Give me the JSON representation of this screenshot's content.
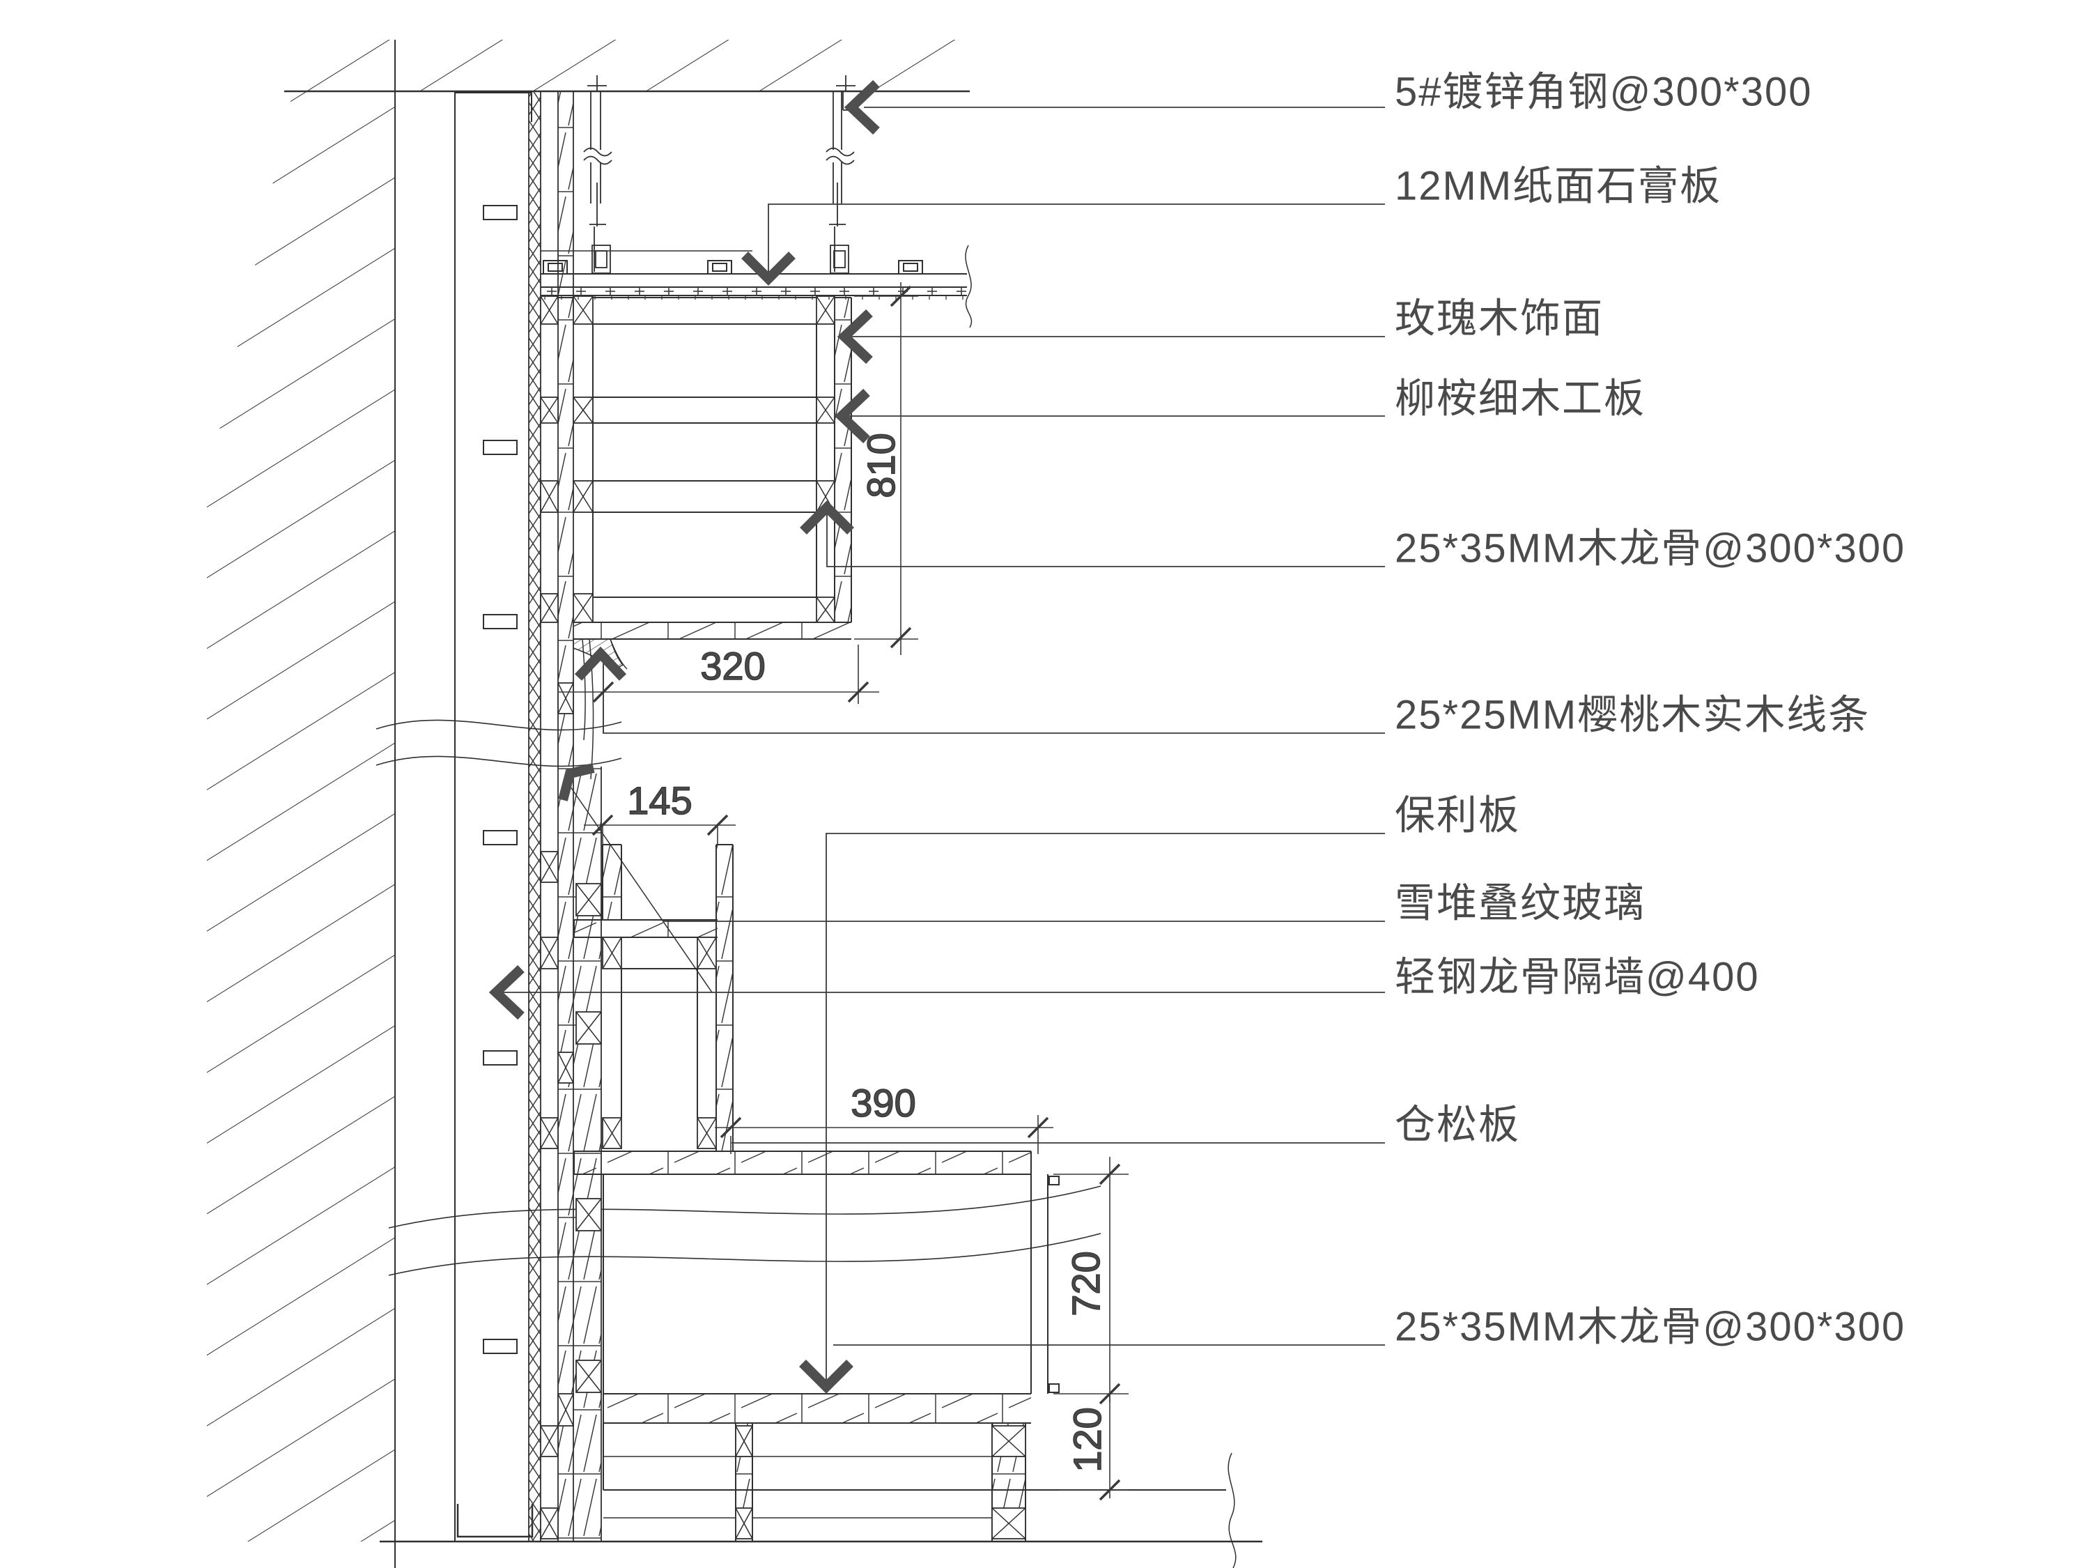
{
  "drawing_type": "wall-panel-and-cabinet-section-detail",
  "labels": [
    {
      "id": "galvanized-angle",
      "text": "5#镀锌角钢@300*300"
    },
    {
      "id": "gypsum-board",
      "text": "12MM纸面石膏板"
    },
    {
      "id": "rosewood-veneer",
      "text": "玫瑰木饰面"
    },
    {
      "id": "lauan-blockboard",
      "text": "柳桉细木工板"
    },
    {
      "id": "wood-keel-upper",
      "text": "25*35MM木龙骨@300*300"
    },
    {
      "id": "cherry-moulding",
      "text": "25*25MM樱桃木实木线条"
    },
    {
      "id": "poly-board",
      "text": "保利板"
    },
    {
      "id": "stacked-glass",
      "text": "雪堆叠纹玻璃"
    },
    {
      "id": "steel-stud-wall",
      "text": "轻钢龙骨隔墙@400"
    },
    {
      "id": "pine-board",
      "text": "仓松板"
    },
    {
      "id": "wood-keel-lower",
      "text": "25*35MM木龙骨@300*300"
    }
  ],
  "dimensions": {
    "upper_cabinet_height": "810",
    "upper_cabinet_depth": "320",
    "niche_width": "145",
    "lower_cabinet_depth": "390",
    "lower_cabinet_height": "720",
    "base_height": "120"
  },
  "colors": {
    "line": "#303030",
    "annotation_text": "#4a4a4a",
    "arrow": "#4f4f4f",
    "background": "#ffffff"
  }
}
